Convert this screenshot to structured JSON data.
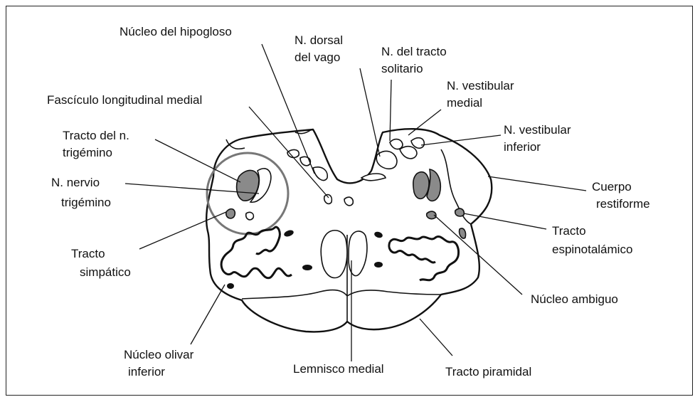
{
  "labels": {
    "hipogloso": "Núcleo del hipogloso",
    "dorsal_vago_1": "N. dorsal",
    "dorsal_vago_2": "del vago",
    "tracto_solitario_1": "N. del tracto",
    "tracto_solitario_2": "solitario",
    "fasciculo": "Fascículo longitudinal medial",
    "vestibular_medial_1": "N. vestibular",
    "vestibular_medial_2": "medial",
    "tracto_trigemino_1": "Tracto del n.",
    "tracto_trigemino_2": "trigémino",
    "vestibular_inferior_1": "N. vestibular",
    "vestibular_inferior_2": "inferior",
    "nervio_trigemino_1": "N. nervio",
    "nervio_trigemino_2": "trigémino",
    "cuerpo_restiforme_1": "Cuerpo",
    "cuerpo_restiforme_2": "restiforme",
    "tracto_simpatico_1": "Tracto",
    "tracto_simpatico_2": "simpático",
    "espinotalamico_1": "Tracto",
    "espinotalamico_2": "espinotalámico",
    "ambiguo": "Núcleo ambiguo",
    "olivar_1": "Núcleo olivar",
    "olivar_2": "inferior",
    "lemnisco": "Lemnisco medial",
    "piramidal": "Tracto piramidal"
  }
}
